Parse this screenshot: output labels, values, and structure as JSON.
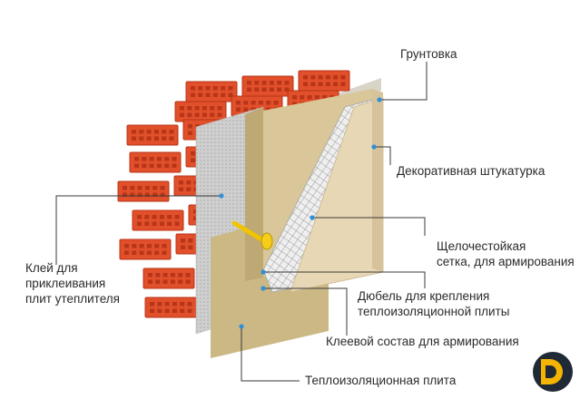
{
  "labels": {
    "primer": "Грунтовка",
    "decorative_plaster": "Декоративная  штукатурка",
    "glue": [
      "Клей для",
      "приклеивания",
      "плит утеплителя"
    ],
    "mesh": [
      "Щелочестойкая",
      "сетка, для армирования"
    ],
    "dowel": [
      "Дюбель для крепления",
      "теплоизоляционной плиты"
    ],
    "reinforcing_adhesive": "Клеевой состав для армирования",
    "insulation_board": "Теплоизоляционная плита"
  },
  "colors": {
    "brick": "#e1502a",
    "brick_shade": "#b73518",
    "mortar": "#d9d4c8",
    "insulation": "#d9c79a",
    "insulation_side": "#cbb885",
    "glue_layer": "#c9c9c9",
    "mesh": "#e9e9e9",
    "plaster": "#e8d7b4",
    "dowel": "#f2c400",
    "leader": "#3a3a3a",
    "marker": "#2f8fd8",
    "logo_dark": "#1f2a36",
    "logo_accent": "#f5b400"
  },
  "icons": {
    "logo": "brand-logo-icon"
  }
}
